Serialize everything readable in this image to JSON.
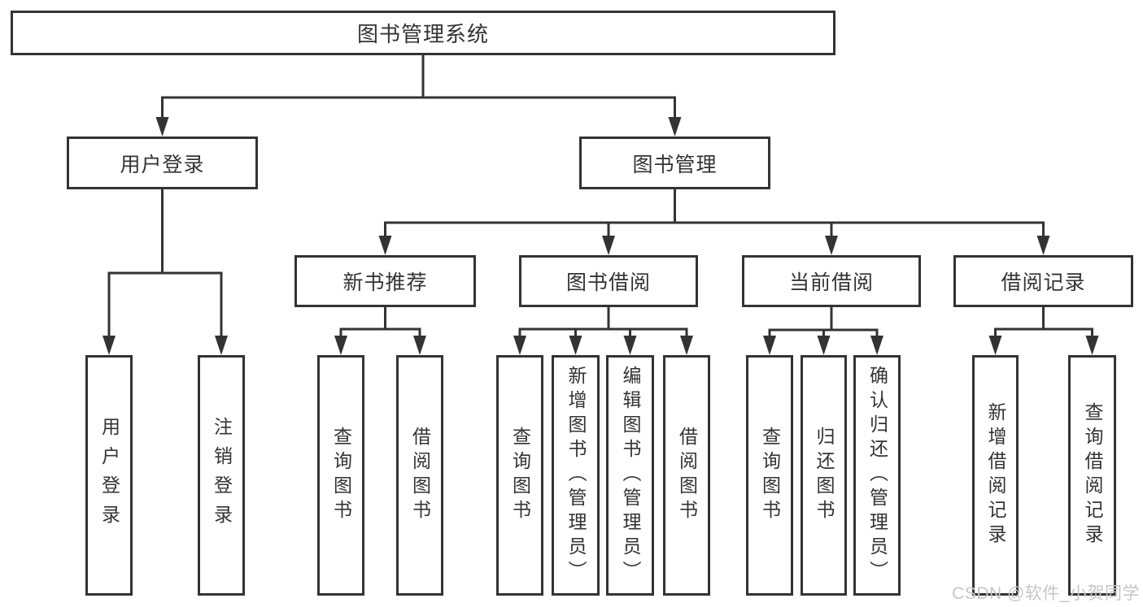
{
  "root": {
    "label": "图书管理系统"
  },
  "branches": [
    {
      "label": "用户登录"
    },
    {
      "label": "图书管理"
    }
  ],
  "modules": [
    {
      "label": "新书推荐"
    },
    {
      "label": "图书借阅"
    },
    {
      "label": "当前借阅"
    },
    {
      "label": "借阅记录"
    }
  ],
  "leaves": [
    {
      "label": "用户登录"
    },
    {
      "label": "注销登录"
    },
    {
      "label": "查询图书"
    },
    {
      "label": "借阅图书"
    },
    {
      "label": "查询图书"
    },
    {
      "label": "新增图书（管理员）"
    },
    {
      "label": "编辑图书（管理员）"
    },
    {
      "label": "借阅图书"
    },
    {
      "label": "查询图书"
    },
    {
      "label": "归还图书"
    },
    {
      "label": "确认归还（管理员）"
    },
    {
      "label": "新增借阅记录"
    },
    {
      "label": "查询借阅记录"
    }
  ],
  "watermark": {
    "label": "CSDN @软件_小贺同学"
  },
  "colors": {
    "line": "#333333",
    "box_border": "#333333",
    "box_fill": "#ffffff",
    "text": "#333333",
    "watermark": "#c5c6c9",
    "background": "#ffffff"
  }
}
